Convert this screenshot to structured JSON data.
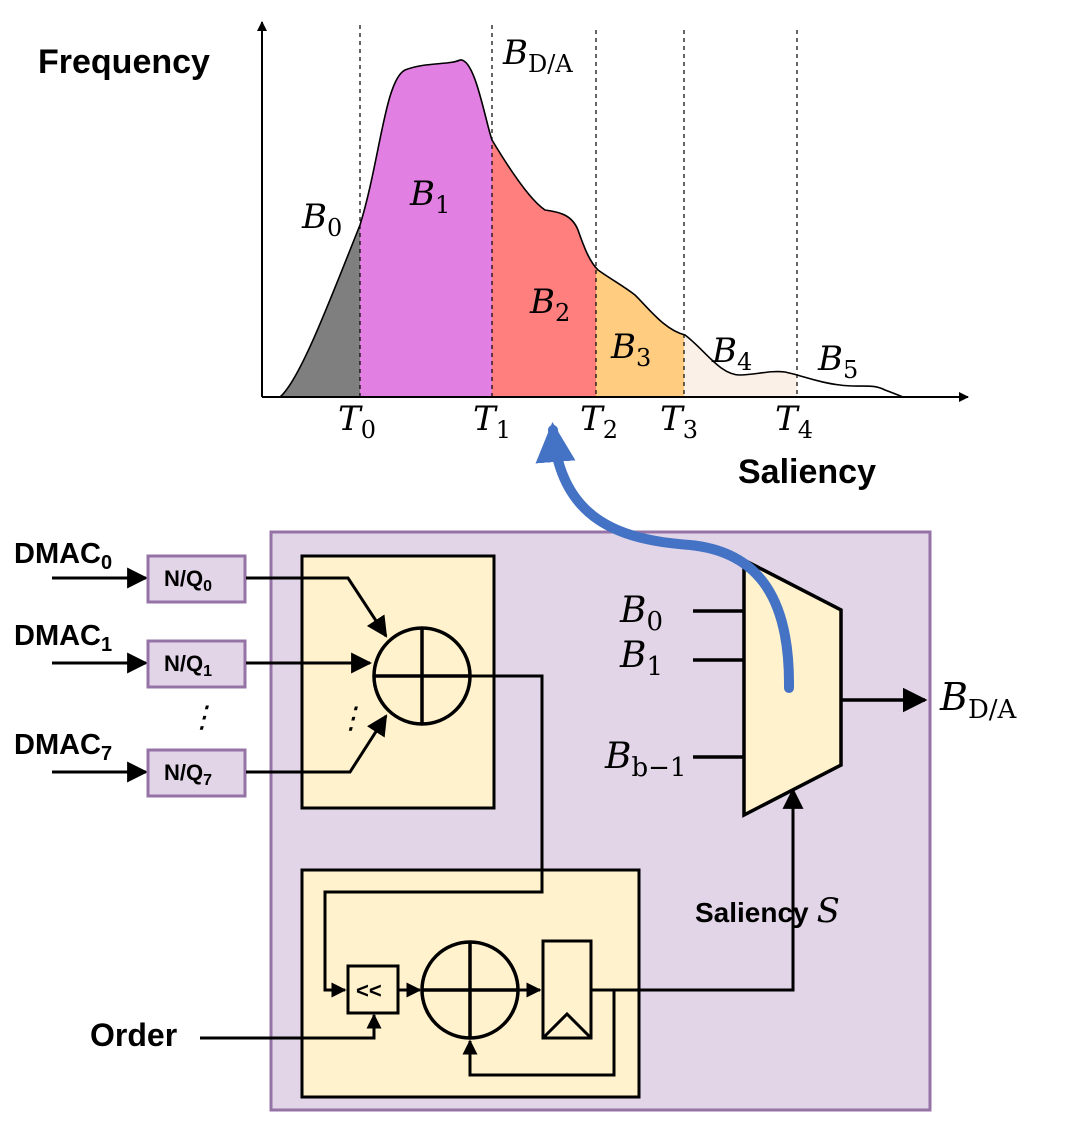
{
  "histogram": {
    "y_axis_label": "Frequency",
    "x_axis_label": "Saliency",
    "bins": [
      {
        "name": "B",
        "sub": "0",
        "color": "#7f7f7f"
      },
      {
        "name": "B",
        "sub": "1",
        "color": "#e27fe2"
      },
      {
        "name": "B",
        "sub": "2",
        "color": "#ff7f7f"
      },
      {
        "name": "B",
        "sub": "3",
        "color": "#ffcc80"
      },
      {
        "name": "B",
        "sub": "4",
        "color": "#fbf0e8"
      },
      {
        "name": "B",
        "sub": "5",
        "color": "#ffffff"
      }
    ],
    "thresholds": [
      {
        "name": "T",
        "sub": "0"
      },
      {
        "name": "T",
        "sub": "1"
      },
      {
        "name": "T",
        "sub": "2"
      },
      {
        "name": "T",
        "sub": "3"
      },
      {
        "name": "T",
        "sub": "4"
      }
    ],
    "selected_bin": {
      "name": "B",
      "sub": "D/A"
    }
  },
  "circuit": {
    "dmac_inputs": [
      {
        "name": "DMAC",
        "sub": "0"
      },
      {
        "name": "DMAC",
        "sub": "1"
      },
      {
        "name": "DMAC",
        "sub": "7"
      }
    ],
    "nq_blocks": [
      {
        "name": "N/Q",
        "sub": "0"
      },
      {
        "name": "N/Q",
        "sub": "1"
      },
      {
        "name": "N/Q",
        "sub": "7"
      }
    ],
    "ellipsis_vertical": "⋮",
    "shift_label": "<<",
    "order_label": "Order",
    "saliency_label": "Saliency",
    "saliency_symbol": "S",
    "mux_inputs": [
      {
        "name": "B",
        "sub": "0"
      },
      {
        "name": "B",
        "sub": "1"
      },
      {
        "name": "B",
        "sub": "b−1"
      }
    ],
    "mux_output": {
      "name": "B",
      "sub": "D/A"
    }
  },
  "colors": {
    "outer_box_fill": "#e1d5e7",
    "outer_box_stroke": "#9673a6",
    "inner_box_fill": "#fff2cc",
    "arrow_blue": "#4472c4"
  }
}
